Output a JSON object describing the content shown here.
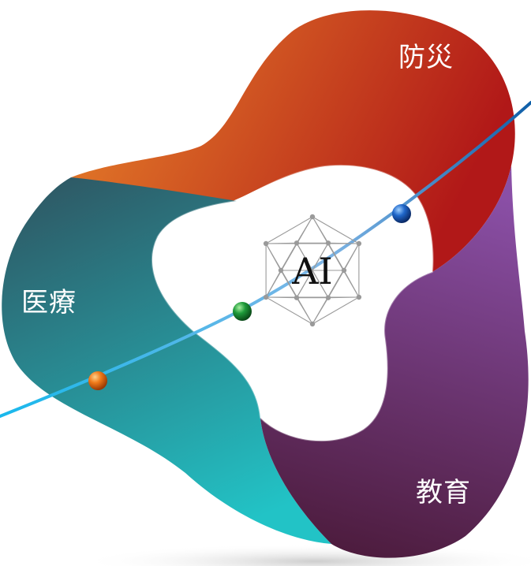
{
  "center": {
    "label": "AI"
  },
  "lobes": [
    {
      "id": "bousai",
      "label": "防災",
      "color_start": "#e9862a",
      "color_end": "#b11818"
    },
    {
      "id": "iryou",
      "label": "医療",
      "color_start": "#2e5a66",
      "color_end": "#22c3c6"
    },
    {
      "id": "kyouiku",
      "label": "教育",
      "color_start": "#8a4fa6",
      "color_end": "#4c1b3c"
    }
  ],
  "trajectory": {
    "color_start": "#19b8ec",
    "color_end": "#0f5fa8",
    "markers": [
      {
        "name": "orange-sphere",
        "color": "#f07a1a"
      },
      {
        "name": "green-sphere",
        "color": "#1e9a3a"
      },
      {
        "name": "blue-sphere",
        "color": "#1f66c9"
      }
    ]
  },
  "icons": [
    "polyhedron-network-icon"
  ]
}
